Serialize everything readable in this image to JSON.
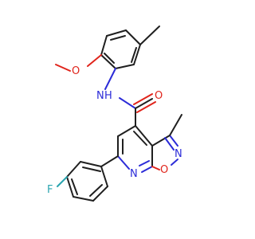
{
  "molecule": {
    "atoms": [
      {
        "id": "N_amide_H",
        "label": "N",
        "suffix": "H",
        "color": "#2b2bd8"
      },
      {
        "id": "O_carbonyl",
        "label": "O",
        "color": "#e0241b"
      },
      {
        "id": "O_methoxy",
        "label": "O",
        "color": "#e0241b"
      },
      {
        "id": "N_isoxazole",
        "label": "N",
        "color": "#2b2bd8"
      },
      {
        "id": "O_isoxazole",
        "label": "O",
        "color": "#e0241b"
      },
      {
        "id": "N_pyridine",
        "label": "N",
        "color": "#2b2bd8"
      },
      {
        "id": "F",
        "label": "F",
        "color": "#2aa5b0"
      }
    ]
  }
}
